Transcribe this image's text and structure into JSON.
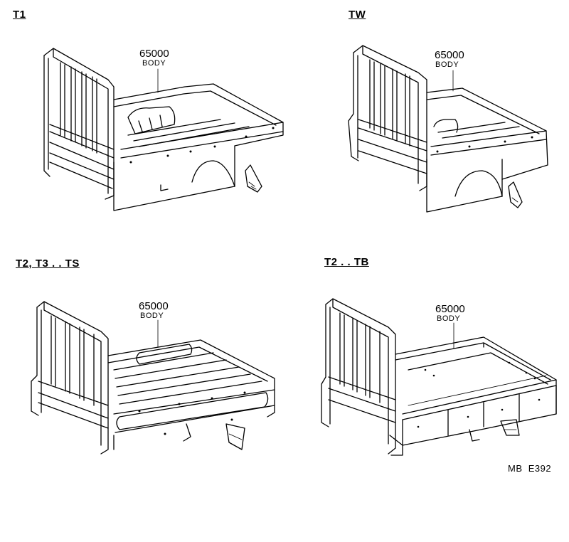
{
  "variants": [
    {
      "label": "T1",
      "part_number": "65000",
      "part_name": "BODY"
    },
    {
      "label": "TW",
      "part_number": "65000",
      "part_name": "BODY"
    },
    {
      "label": "T2, T3 . . TS",
      "part_number": "65000",
      "part_name": "BODY"
    },
    {
      "label": "T2 . . TB",
      "part_number": "65000",
      "part_name": "BODY"
    }
  ],
  "figure_code": "MB  E392"
}
